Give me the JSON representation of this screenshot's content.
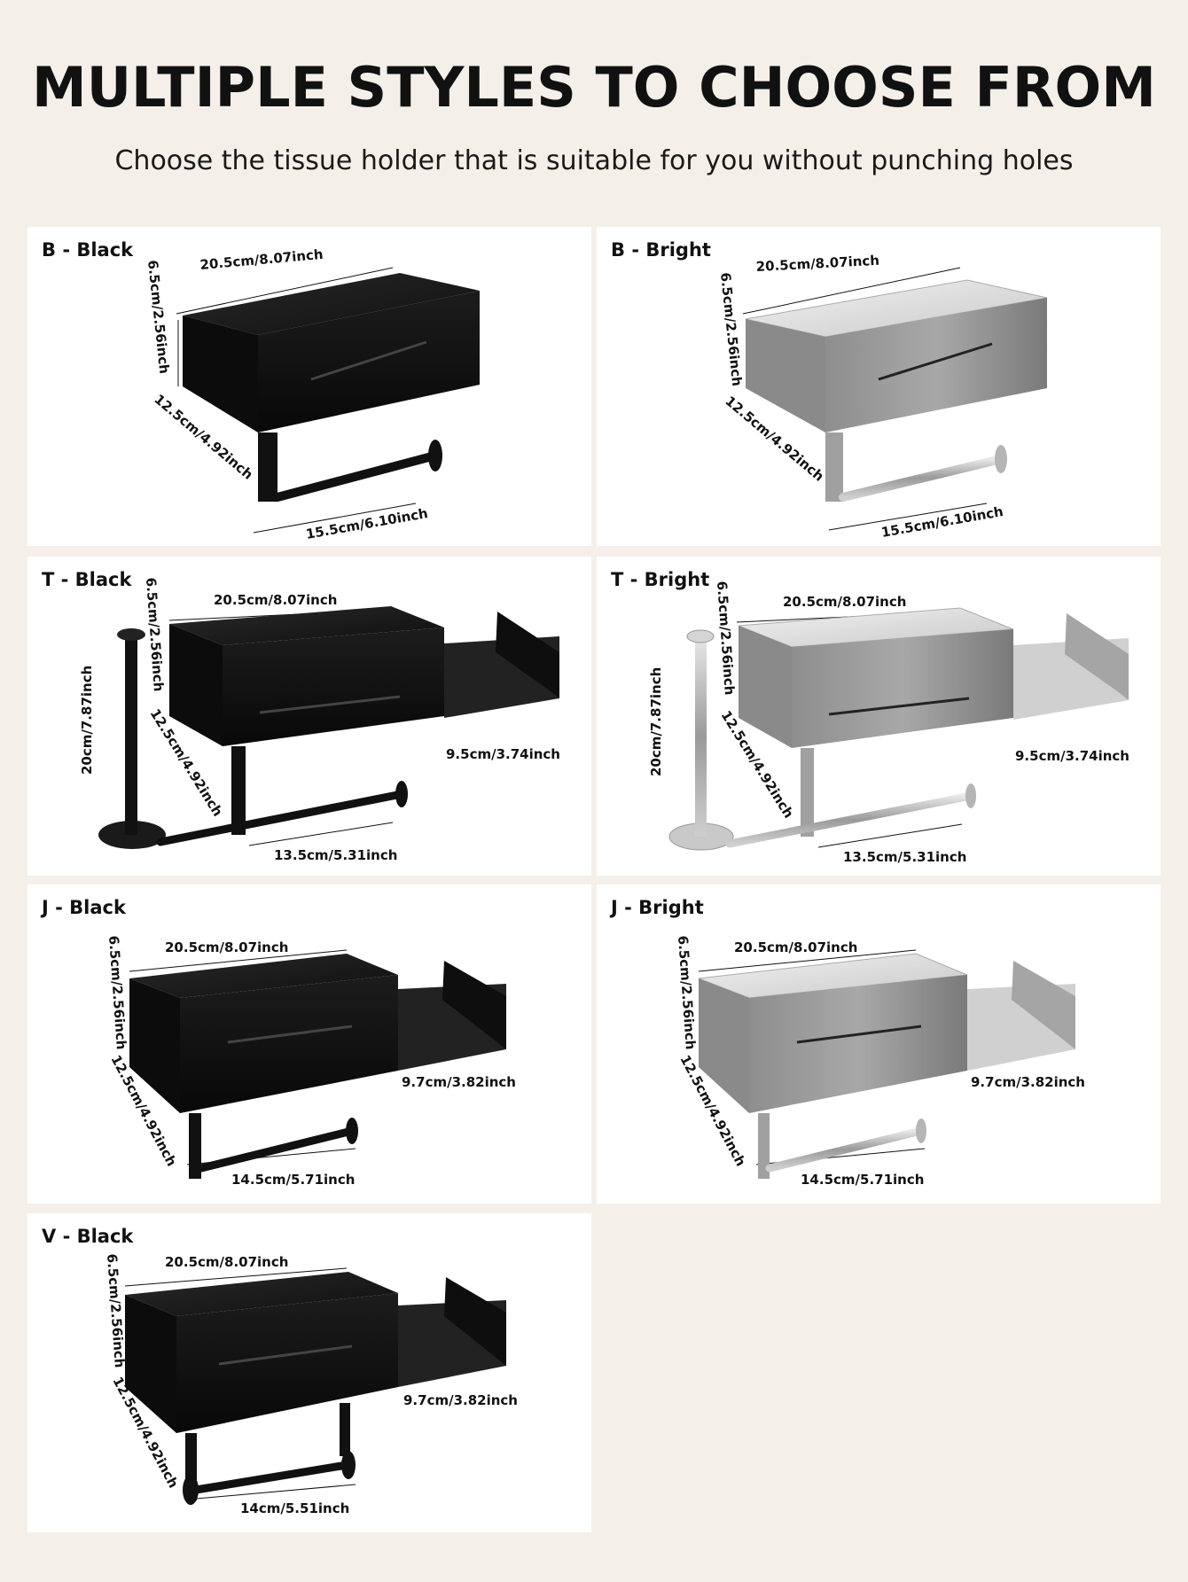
{
  "header": {
    "title": "MULTIPLE STYLES TO CHOOSE FROM",
    "subtitle": "Choose the tissue holder that is suitable for you without punching holes"
  },
  "colors": {
    "background": "#f4f0e9",
    "panel": "#ffffff",
    "black_finish": "#141414",
    "bright_finish": "#b8b8b8"
  },
  "panels": {
    "b_black": {
      "label": "B - Black",
      "width": "20.5cm/8.07inch",
      "height": "6.5cm/2.56inch",
      "depth": "12.5cm/4.92inch",
      "rod": "15.5cm/6.10inch"
    },
    "b_bright": {
      "label": "B - Bright",
      "width": "20.5cm/8.07inch",
      "height": "6.5cm/2.56inch",
      "depth": "12.5cm/4.92inch",
      "rod": "15.5cm/6.10inch"
    },
    "t_black": {
      "label": "T - Black",
      "width": "20.5cm/8.07inch",
      "height": "6.5cm/2.56inch",
      "depth": "12.5cm/4.92inch",
      "rod": "13.5cm/5.31inch",
      "shelf": "9.5cm/3.74inch",
      "stand": "20cm/7.87inch"
    },
    "t_bright": {
      "label": "T - Bright",
      "width": "20.5cm/8.07inch",
      "height": "6.5cm/2.56inch",
      "depth": "12.5cm/4.92inch",
      "rod": "13.5cm/5.31inch",
      "shelf": "9.5cm/3.74inch",
      "stand": "20cm/7.87inch"
    },
    "j_black": {
      "label": "J - Black",
      "width": "20.5cm/8.07inch",
      "height": "6.5cm/2.56inch",
      "depth": "12.5cm/4.92inch",
      "rod": "14.5cm/5.71inch",
      "shelf": "9.7cm/3.82inch"
    },
    "j_bright": {
      "label": "J - Bright",
      "width": "20.5cm/8.07inch",
      "height": "6.5cm/2.56inch",
      "depth": "12.5cm/4.92inch",
      "rod": "14.5cm/5.71inch",
      "shelf": "9.7cm/3.82inch"
    },
    "v_black": {
      "label": "V - Black",
      "width": "20.5cm/8.07inch",
      "height": "6.5cm/2.56inch",
      "depth": "12.5cm/4.92inch",
      "rod": "14cm/5.51inch",
      "shelf": "9.7cm/3.82inch"
    }
  }
}
